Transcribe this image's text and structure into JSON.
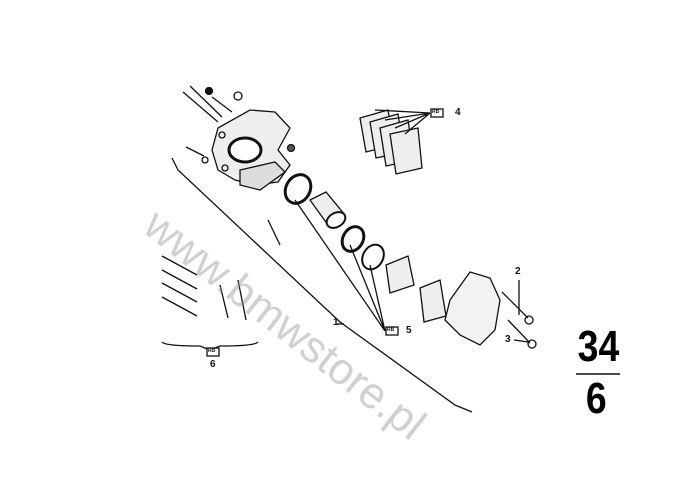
{
  "diagram": {
    "callouts": [
      "1",
      "2",
      "3",
      "4",
      "5",
      "6"
    ],
    "kit_badge": "RB",
    "page_group": "34",
    "page_number": "6",
    "watermark": "www.bmwstore.pl"
  }
}
